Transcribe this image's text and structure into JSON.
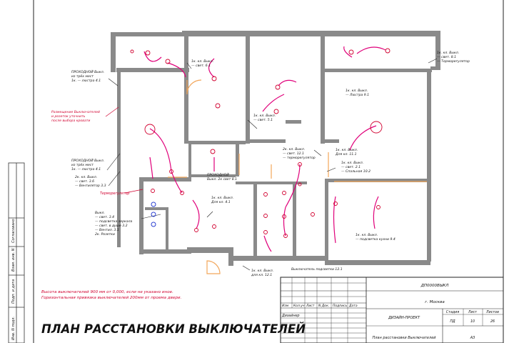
{
  "title": "ПЛАН РАССТАНОВКИ ВЫКЛЮЧАТЕЛЕЙ",
  "notes": {
    "line1": "Высота выключателей 900 мм от 0,000, если не указано иное.",
    "line2": "Горизонтальная привязка выключателей 200мм от проема двери."
  },
  "callouts": [
    {
      "lines": [
        "ПРОХОДНОЙ Выкл.",
        "из трёх мест",
        "1к. — люстра 4.1"
      ]
    },
    {
      "lines": [
        "Размещение Выключателей",
        "и розеток уточнить",
        "после выбора кровати"
      ],
      "red": true
    },
    {
      "lines": [
        "ПРОХОДНОЙ Выкл.",
        "из трёх мест",
        "1к. — люстра 4.1"
      ]
    },
    {
      "lines": [
        "2к. кл. Выкл.",
        "— свет. 3.6",
        "— Вентилятор 3.3"
      ]
    },
    {
      "lines": [
        "Терморегулятор"
      ],
      "red": true
    },
    {
      "lines": [
        "Выкл.",
        "— свет. 3.4",
        "— подсветка зеркала",
        "— свет. в душе 3.2",
        "— Вентил. 3.1",
        "2к. Розетки"
      ]
    },
    {
      "lines": [
        "1к. кл. Выкл.",
        "— свет. 6.1"
      ]
    },
    {
      "lines": [
        "1к. кл. Выкл.",
        "— свет. 5.1"
      ]
    },
    {
      "lines": [
        "ПРОХОДНОЙ",
        "Выкл. 2к свет 8.1"
      ]
    },
    {
      "lines": [
        "1к. кл. Выкл.",
        "Для кл. 4.1"
      ]
    },
    {
      "lines": [
        "2к. кл. Выкл.",
        "— свет. 12.1",
        "— терморегулятор"
      ]
    },
    {
      "lines": [
        "1к. кл. Выкл.",
        "Для кл. 11.1"
      ]
    },
    {
      "lines": [
        "1к. кл. Выкл.",
        "— свет. 2.1",
        "— Спальная 10.2"
      ]
    },
    {
      "lines": [
        "1к. кл. Выкл.",
        "— Люстра 9.1"
      ]
    },
    {
      "lines": [
        "1к. кл. Выкл.",
        "— свет. 8.1",
        "— Терморегулятор"
      ]
    },
    {
      "lines": [
        "1к. кл. Выкл.",
        "— подсветка кухни 9.4"
      ]
    },
    {
      "lines": [
        "1к. кл. Выкл.",
        "для кл. 12.1"
      ]
    },
    {
      "lines": [
        "Выключатель подсветки 12.1"
      ]
    }
  ],
  "stamp": {
    "code": "ДП0000ВЫКЛ",
    "city": "г. Москва",
    "stage_org": "ДИЗАЙН-ПРОЕКТ",
    "designer": "Дизайнер",
    "sheet_name": "План расстановки Выключателей",
    "format": "А3",
    "hdr_izm": "Изм",
    "hdr_kol": "Кол.уч",
    "hdr_list": "Лист",
    "hdr_ndok": "N Док.",
    "hdr_podp": "Подпись",
    "hdr_data": "Дата",
    "stage_hdr": "Стадия",
    "sheet_hdr": "Лист",
    "sheets_hdr": "Листов",
    "stage": "ПД",
    "sheet": "10",
    "sheets": "26"
  },
  "side_labels": [
    "Согласовано",
    "Взам. инв. N",
    "Подп. и дата",
    "Инв. N подл."
  ],
  "colors": {
    "wall": "#8a8a8a",
    "accent": "#e0007a",
    "door": "#f2a65a",
    "note": "#d1002f",
    "fixture_blue": "#2a3fd1"
  }
}
